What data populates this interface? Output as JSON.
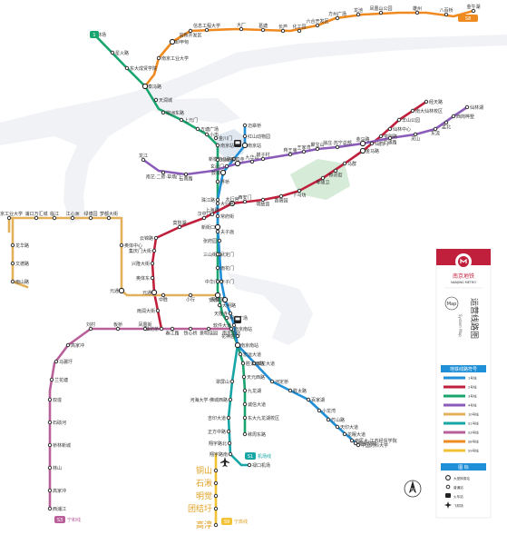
{
  "colors": {
    "l1": "#1f8fd8",
    "l2": "#c0203c",
    "l3": "#1aa56e",
    "l4": "#8a5bb8",
    "l10": "#e3b15c",
    "s1": "#17a5a5",
    "s3": "#b9609b",
    "s8": "#ef8a20",
    "s9": "#f1c232",
    "brand": "#c0203c"
  },
  "line_tags": {
    "s8_end": "S8",
    "s8_end2": "金牛湖",
    "s1_end": "S1",
    "s1_end2": "机场线",
    "s9_end": "S9",
    "s9_end2": "宁高线",
    "s3_end": "S3",
    "s3_end2": "宁和线",
    "l1_end": "1"
  },
  "stations": [
    {
      "id": "s8-jinniuhu",
      "name": "金牛湖"
    },
    {
      "id": "s8-bagulu",
      "name": "八百桥"
    },
    {
      "id": "s8-gucheng",
      "name": "雄州"
    },
    {
      "id": "s8-fenghuang",
      "name": "凤凰山公园"
    },
    {
      "id": "s8-longchi",
      "name": "龙池"
    },
    {
      "id": "s8-xiongzhou",
      "name": "方州广场"
    },
    {
      "id": "s8-liuzhou",
      "name": "六合开发区"
    },
    {
      "id": "s8-changlu",
      "name": "化工园"
    },
    {
      "id": "s8-getang",
      "name": "长芦"
    },
    {
      "id": "s8-dachang",
      "name": "葛塘"
    },
    {
      "id": "s8-xinglong",
      "name": "大厂"
    },
    {
      "id": "s8-gaoxin",
      "name": "高新开发区"
    },
    {
      "id": "s8-xinxiang",
      "name": "信息工程大学"
    },
    {
      "id": "s8-taishanxincun",
      "name": "卸甲甸"
    },
    {
      "id": "s8-dongda",
      "name": "南京工业大学"
    },
    {
      "id": "l3-linchang",
      "name": "林场"
    },
    {
      "id": "l3-xingang",
      "name": "星火路"
    },
    {
      "id": "l3-dongdachengxian",
      "name": "东大成贤学院"
    },
    {
      "id": "l3-taifeng",
      "name": "泰冯路"
    },
    {
      "id": "l3-tianrun",
      "name": "天润城"
    },
    {
      "id": "l3-liuzhoudong",
      "name": "柳洲东路"
    },
    {
      "id": "l3-shanghai",
      "name": "上元门"
    },
    {
      "id": "l3-wutang",
      "name": "五塘广场"
    },
    {
      "id": "l3-xiaoshi",
      "name": "小市"
    },
    {
      "id": "l1-maigaoqiao",
      "name": "迈皋桥"
    },
    {
      "id": "l1-hongshan",
      "name": "红山动物园"
    },
    {
      "id": "l1-nanjingzhan",
      "name": "南京站"
    },
    {
      "id": "l1-xinmofan",
      "name": "新模范马路"
    },
    {
      "id": "l1-xuanwumen",
      "name": "玄武门"
    },
    {
      "id": "l1-gulou",
      "name": "鼓楼"
    },
    {
      "id": "l1-zhujiang",
      "name": "珠江路"
    },
    {
      "id": "l1-xinjiekou",
      "name": "新街口"
    },
    {
      "id": "l1-zhangfuyuan",
      "name": "张府园"
    },
    {
      "id": "l1-sanshanjie",
      "name": "三山街"
    },
    {
      "id": "l1-zhonghuamen",
      "name": "中华门"
    },
    {
      "id": "l1-andemen",
      "name": "安德门"
    },
    {
      "id": "l1-tianlongsi",
      "name": "天隆寺"
    },
    {
      "id": "l1-ruanjian",
      "name": "软件大道"
    },
    {
      "id": "l1-huashenmiao",
      "name": "花神庙"
    },
    {
      "id": "l1-nanjingnan",
      "name": "南京南站"
    },
    {
      "id": "l1-shuanglong",
      "name": "双龙大道"
    },
    {
      "id": "l1-hedingqiao",
      "name": "河定桥"
    },
    {
      "id": "l1-shengtai",
      "name": "胜太路"
    },
    {
      "id": "l1-baijiahu",
      "name": "百家湖"
    },
    {
      "id": "l1-xiaolongwan",
      "name": "小龙湾"
    },
    {
      "id": "l1-zhushan",
      "name": "竹山路"
    },
    {
      "id": "l1-tianyin",
      "name": "天印大道"
    },
    {
      "id": "l1-longmian",
      "name": "龙眠大道"
    },
    {
      "id": "l1-nanyida",
      "name": "南医大·江苏经贸学院"
    },
    {
      "id": "l1-nanjingjiaoyuan",
      "name": "南京交院"
    },
    {
      "id": "l1-zhongguoyaoke",
      "name": "中国药科大学"
    },
    {
      "id": "l2-youfangqiao",
      "name": "油坊桥"
    },
    {
      "id": "l2-yadong",
      "name": "雨润大街"
    },
    {
      "id": "l2-yuantong",
      "name": "元通"
    },
    {
      "id": "l2-aoti",
      "name": "奥体东"
    },
    {
      "id": "l2-xinglongdajie",
      "name": "兴隆大街"
    },
    {
      "id": "l2-jiqingmen",
      "name": "集庆门大街"
    },
    {
      "id": "l2-yunjin",
      "name": "云锦路"
    },
    {
      "id": "l2-mochouhu",
      "name": "莫愁湖"
    },
    {
      "id": "l2-hanzhongmen",
      "name": "汉中门"
    },
    {
      "id": "l2-shanghailu",
      "name": "上海路"
    },
    {
      "id": "l2-daxinggong",
      "name": "大行宫"
    },
    {
      "id": "l2-xianhemen",
      "name": "西安门"
    },
    {
      "id": "l2-minggugong",
      "name": "明故宫"
    },
    {
      "id": "l2-muxuyuan",
      "name": "苜蓿园"
    },
    {
      "id": "l2-xiamafang",
      "name": "下马坊"
    },
    {
      "id": "l2-xiaolingwei",
      "name": "孝陵卫"
    },
    {
      "id": "l2-zhonglingjie",
      "name": "钟灵街"
    },
    {
      "id": "l2-majiajie",
      "name": "马群"
    },
    {
      "id": "l2-jinmalu",
      "name": "金马路"
    },
    {
      "id": "l2-xianheguan",
      "name": "仙鹤门"
    },
    {
      "id": "l2-xuezelu",
      "name": "学则路"
    },
    {
      "id": "l2-xianlin",
      "name": "仙林中心"
    },
    {
      "id": "l2-yangshan",
      "name": "羊山公园"
    },
    {
      "id": "l2-nandaxianlin",
      "name": "南大仙林校区"
    },
    {
      "id": "l2-jingtianlu",
      "name": "经天路"
    },
    {
      "id": "l4-longjiang",
      "name": "龙江"
    },
    {
      "id": "l4-nanyimen",
      "name": "南艺·二师·草场门"
    },
    {
      "id": "l4-yunnanlu",
      "name": "云南路"
    },
    {
      "id": "l4-jimingsi",
      "name": "鸡鸣寺"
    },
    {
      "id": "l4-jiuhuashan",
      "name": "九华山"
    },
    {
      "id": "l4-gangzicun",
      "name": "岗子村"
    },
    {
      "id": "l4-jiangwang",
      "name": "蒋王庙"
    },
    {
      "id": "l4-wangjiawan",
      "name": "王家湾"
    },
    {
      "id": "l4-jubaoshan",
      "name": "聚宝山"
    },
    {
      "id": "l4-xuzhuang",
      "name": "徐庄·苏宁总部"
    },
    {
      "id": "l4-jinmalu",
      "name": "金马路"
    },
    {
      "id": "l4-huitongjie",
      "name": "汇通路"
    },
    {
      "id": "l4-lingshan",
      "name": "灵山"
    },
    {
      "id": "l4-dongliu",
      "name": "东流"
    },
    {
      "id": "l4-mengbei",
      "name": "孟北"
    },
    {
      "id": "l4-xigang",
      "name": "西岗桦墅"
    },
    {
      "id": "l4-xianlinhu",
      "name": "仙林湖"
    },
    {
      "id": "l10-yushan",
      "name": "雨山路"
    },
    {
      "id": "l10-wenderlu",
      "name": "文德路"
    },
    {
      "id": "l10-longhualu",
      "name": "龙华路"
    },
    {
      "id": "l10-nangongda",
      "name": "南京工业大学"
    },
    {
      "id": "l10-pukou",
      "name": "浦口万汇城"
    },
    {
      "id": "l10-linjiang",
      "name": "临江"
    },
    {
      "id": "l10-jiangxinzhou",
      "name": "江心洲"
    },
    {
      "id": "l10-lvbohu",
      "name": "绿博园"
    },
    {
      "id": "l10-mengdu",
      "name": "梦都大街"
    },
    {
      "id": "l10-aotizhongxin",
      "name": "奥体中心"
    },
    {
      "id": "l10-yuanyuan",
      "name": "元通"
    },
    {
      "id": "l10-zhongsheng",
      "name": "中胜"
    },
    {
      "id": "l10-xiaoxing",
      "name": "小行"
    },
    {
      "id": "l10-andemen",
      "name": "安德门"
    },
    {
      "id": "l3-jinchuanhe",
      "name": "金川门"
    },
    {
      "id": "l3-nanjingzhan",
      "name": "南京站"
    },
    {
      "id": "l3-jimingsi",
      "name": "鸡鸣寺"
    },
    {
      "id": "l3-fuqiao",
      "name": "浮桥"
    },
    {
      "id": "l3-daxinggong",
      "name": "大行宫"
    },
    {
      "id": "l3-changfu",
      "name": "常府街"
    },
    {
      "id": "l3-fuzimiao",
      "name": "夫子庙"
    },
    {
      "id": "l3-wudingmen",
      "name": "武定门"
    },
    {
      "id": "l3-yuhuamen",
      "name": "雨花门"
    },
    {
      "id": "l3-kazimen",
      "name": "卡子门"
    },
    {
      "id": "l3-daminglu",
      "name": "大明路"
    },
    {
      "id": "l3-mingfa",
      "name": "明发广场"
    },
    {
      "id": "l3-nanjingnan",
      "name": "南京南站"
    },
    {
      "id": "l3-hongjing",
      "name": "宏运大道"
    },
    {
      "id": "l3-shengtaixi",
      "name": "胜太西路"
    },
    {
      "id": "l3-tianyuanxi",
      "name": "天元西路"
    },
    {
      "id": "l3-jiulong",
      "name": "九龙湖"
    },
    {
      "id": "l3-chengxin",
      "name": "诚信大道"
    },
    {
      "id": "l3-dongda",
      "name": "东大九龙湖校区"
    },
    {
      "id": "l3-moling",
      "name": "秣周东路"
    },
    {
      "id": "s1-cuipingshan",
      "name": "翠屏山"
    },
    {
      "id": "s1-hehai",
      "name": "河海大学·佛城西路"
    },
    {
      "id": "s1-jidi",
      "name": "吉印大道"
    },
    {
      "id": "s1-zhengfang",
      "name": "正方中路"
    },
    {
      "id": "s1-xiangyu",
      "name": "翔宇路北"
    },
    {
      "id": "s1-xiangyunan",
      "name": "翔宇路南"
    },
    {
      "id": "s1-lukou",
      "name": "禄口机场"
    },
    {
      "id": "s9-gaochun",
      "name": "高淳"
    },
    {
      "id": "s9-tuanjiewei",
      "name": "团结圩"
    },
    {
      "id": "s9-mingjue",
      "name": "明觉"
    },
    {
      "id": "s9-shijia",
      "name": "石湫"
    },
    {
      "id": "s9-tongshan",
      "name": "铜山"
    },
    {
      "id": "s3-nanjingnan",
      "name": "南京南站"
    },
    {
      "id": "s3-jingmingjiayuan",
      "name": "景明佳园"
    },
    {
      "id": "s3-tiexinqiao",
      "name": "铁心桥"
    },
    {
      "id": "s3-chunjiang",
      "name": "春江路"
    },
    {
      "id": "s3-fenghuangjie",
      "name": "凤凰街"
    },
    {
      "id": "s3-banqiao",
      "name": "板桥"
    },
    {
      "id": "s3-lianhe",
      "name": "刘村"
    },
    {
      "id": "s3-tianle",
      "name": "高家冲"
    },
    {
      "id": "s3-jiangpu",
      "name": "马骡圩"
    },
    {
      "id": "s3-lanhuatang",
      "name": "兰花塘"
    },
    {
      "id": "s3-shuanglu",
      "name": "双垅"
    },
    {
      "id": "s3-shiqiao",
      "name": "石碛河"
    },
    {
      "id": "s3-qiaolin",
      "name": "桥林新城"
    },
    {
      "id": "s3-linshan",
      "name": "林山"
    },
    {
      "id": "s3-gaojiachong",
      "name": "高家冲"
    },
    {
      "id": "s3-end",
      "name": "西浦江"
    }
  ],
  "legend": {
    "brand_name": "南京地铁",
    "brand_en": "NANJING METRO",
    "map_word": "Map",
    "title_cn": "运营线路图",
    "title_en": "System Map",
    "lines_header": "地铁线路符号",
    "lines": [
      {
        "label": "1号线",
        "color": "#1f8fd8"
      },
      {
        "label": "2号线",
        "color": "#c0203c"
      },
      {
        "label": "3号线",
        "color": "#1aa56e"
      },
      {
        "label": "4号线",
        "color": "#8a5bb8"
      },
      {
        "label": "10号线",
        "color": "#e3b15c"
      },
      {
        "label": "S1号线",
        "color": "#17a5a5"
      },
      {
        "label": "S3号线",
        "color": "#b9609b"
      },
      {
        "label": "S8号线",
        "color": "#ef8a20"
      },
      {
        "label": "S9号线",
        "color": "#f1c232"
      }
    ],
    "symbols_header": "图 标",
    "symbols": [
      {
        "label": "大型换乘站"
      },
      {
        "label": "普通站"
      },
      {
        "label": "火车站"
      },
      {
        "label": "飞机场"
      }
    ]
  },
  "north": "N"
}
